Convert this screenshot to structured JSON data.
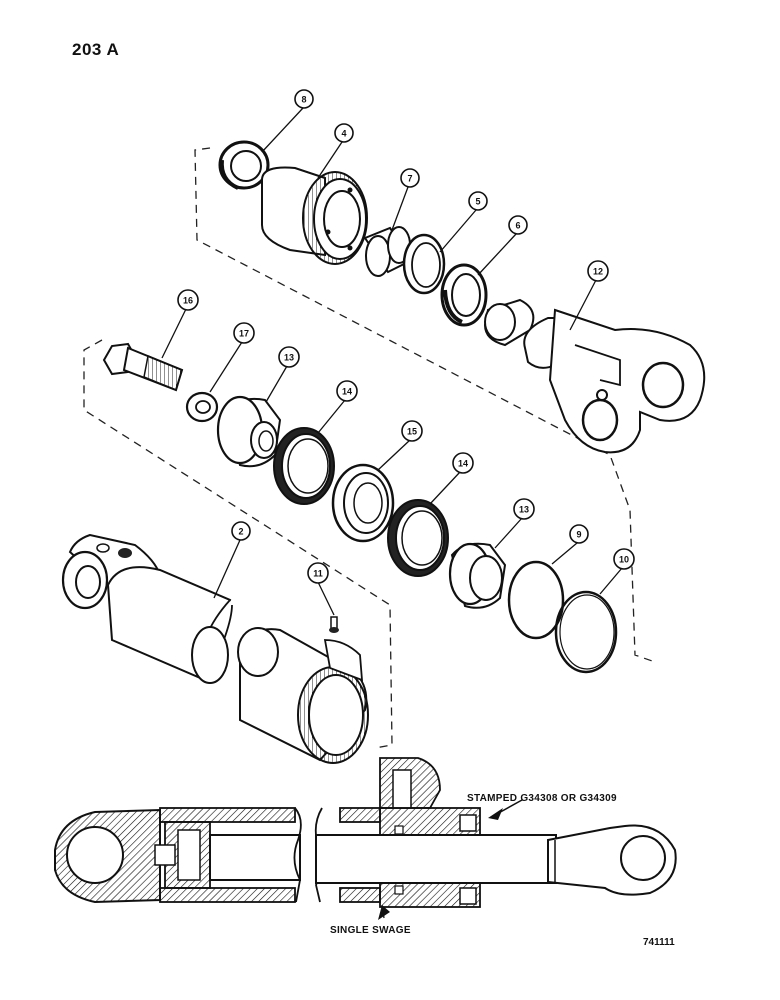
{
  "page_number": "203 A",
  "drawing_number": "741111",
  "section_labels": {
    "stamped": "STAMPED G34308 OR G34309",
    "swage": "SINGLE SWAGE"
  },
  "callouts": [
    {
      "id": "c8",
      "num": "8"
    },
    {
      "id": "c4",
      "num": "4"
    },
    {
      "id": "c7",
      "num": "7"
    },
    {
      "id": "c5",
      "num": "5"
    },
    {
      "id": "c6",
      "num": "6"
    },
    {
      "id": "c12",
      "num": "12"
    },
    {
      "id": "c16",
      "num": "16"
    },
    {
      "id": "c17",
      "num": "17"
    },
    {
      "id": "c13a",
      "num": "13"
    },
    {
      "id": "c14a",
      "num": "14"
    },
    {
      "id": "c15",
      "num": "15"
    },
    {
      "id": "c14b",
      "num": "14"
    },
    {
      "id": "c13b",
      "num": "13"
    },
    {
      "id": "c9",
      "num": "9"
    },
    {
      "id": "c10",
      "num": "10"
    },
    {
      "id": "c2",
      "num": "2"
    },
    {
      "id": "c11",
      "num": "11"
    }
  ]
}
